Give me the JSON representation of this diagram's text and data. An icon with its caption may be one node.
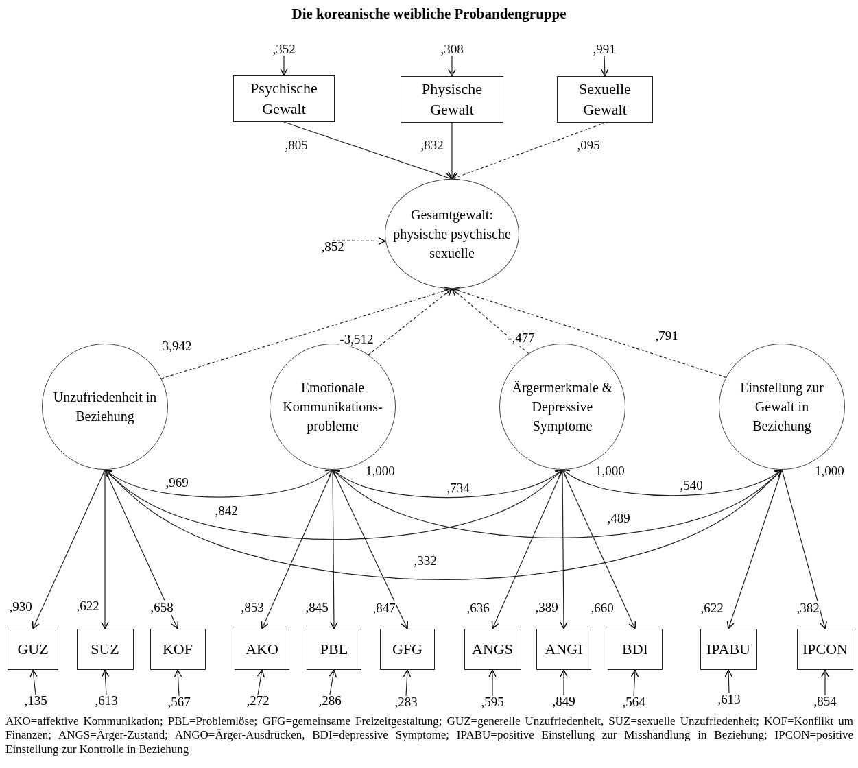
{
  "diagram": {
    "title": "Die koreanische weibliche Probandengruppe",
    "caption": "AKO=affektive Kommunikation; PBL=Problemlöse; GFG=gemeinsame Freizeitgestaltung; GUZ=generelle Unzufriedenheit, SUZ=sexuelle Unzufriedenheit; KOF=Konflikt um Finanzen; ANGS=Ärger-Zustand; ANGO=Ärger-Ausdrücken, BDI=depressive Symptome; IPABU=positive Einstellung zur Misshandlung in Beziehung; IPCON=positive Einstellung zur Kontrolle in Beziehung",
    "nodes": [
      {
        "text": [
          "Psychische Gewalt"
        ]
      },
      {
        "text": [
          "Physische Gewalt"
        ]
      },
      {
        "text": [
          "Sexuelle Gewalt"
        ]
      },
      {
        "text": [
          "Gesamtgewalt: physische psychische sexuelle"
        ]
      },
      {
        "text": [
          "Unzufriedenheit in Beziehung"
        ]
      },
      {
        "text": [
          "Emotionale Kommunikations- probleme"
        ],
        "beside": [
          "1,000"
        ]
      },
      {
        "text": [
          "Ärgermerkmale & Depressive Symptome"
        ],
        "beside": [
          "1,000"
        ]
      },
      {
        "text": [
          "Einstellung zur Gewalt in Beziehung"
        ],
        "beside": [
          "1,000"
        ]
      },
      {
        "text": [
          "GUZ"
        ]
      },
      {
        "text": [
          "SUZ"
        ]
      },
      {
        "text": [
          "KOF"
        ]
      },
      {
        "text": [
          "AKO"
        ]
      },
      {
        "text": [
          "PBL"
        ]
      },
      {
        "text": [
          "GFG"
        ]
      },
      {
        "text": [
          "ANGS"
        ]
      },
      {
        "text": [
          "ANGI"
        ]
      },
      {
        "text": [
          "BDI"
        ]
      },
      {
        "text": [
          "IPABU"
        ]
      },
      {
        "text": [
          "IPCON"
        ]
      },
      {
        "text": [
          ",352"
        ]
      },
      {
        "text": [
          ",308"
        ]
      },
      {
        "text": [
          ",991"
        ]
      },
      {
        "text": [
          ",852"
        ]
      },
      {
        "text": [
          ",135"
        ]
      },
      {
        "text": [
          ",613"
        ]
      },
      {
        "text": [
          ",567"
        ]
      },
      {
        "text": [
          ",272"
        ]
      },
      {
        "text": [
          ",286"
        ]
      },
      {
        "text": [
          ",283"
        ]
      },
      {
        "text": [
          ",595"
        ]
      },
      {
        "text": [
          ",849"
        ]
      },
      {
        "text": [
          ",564"
        ]
      },
      {
        "text": [
          ",613"
        ]
      },
      {
        "text": [
          ",854"
        ]
      }
    ],
    "edges": [
      {
        "from": 0,
        "to": 3,
        "arrow": "to",
        "label": ",805"
      },
      {
        "from": 1,
        "to": 3,
        "arrow": "to",
        "label": ",832"
      },
      {
        "from": 2,
        "to": 3,
        "arrow": "to",
        "label": ",095",
        "style": "dashed"
      },
      {
        "from": 4,
        "to": 3,
        "arrow": "to",
        "label": "3,942",
        "style": "dashed"
      },
      {
        "from": 5,
        "to": 3,
        "arrow": "to",
        "label": "-3,512",
        "style": "dashed"
      },
      {
        "from": 6,
        "to": 3,
        "arrow": "to",
        "label": "-,477",
        "style": "dashed"
      },
      {
        "from": 7,
        "to": 3,
        "arrow": "to",
        "label": ",791",
        "style": "dashed"
      },
      {
        "from": 4,
        "to": 5,
        "arrow": "both",
        "label": ",969"
      },
      {
        "from": 5,
        "to": 6,
        "arrow": "both",
        "label": ",734"
      },
      {
        "from": 6,
        "to": 7,
        "arrow": "both",
        "label": ",540"
      },
      {
        "from": 4,
        "to": 6,
        "arrow": "both",
        "label": ",842"
      },
      {
        "from": 5,
        "to": 7,
        "arrow": "both",
        "label": ",489"
      },
      {
        "from": 4,
        "to": 7,
        "arrow": "both",
        "label": ",332"
      },
      {
        "from": 4,
        "to": 8,
        "arrow": "to",
        "label": ",930"
      },
      {
        "from": 4,
        "to": 9,
        "arrow": "to",
        "label": ",622"
      },
      {
        "from": 4,
        "to": 10,
        "arrow": "to",
        "label": ",658"
      },
      {
        "from": 5,
        "to": 11,
        "arrow": "to",
        "label": ",853"
      },
      {
        "from": 5,
        "to": 12,
        "arrow": "to",
        "label": ",845"
      },
      {
        "from": 5,
        "to": 13,
        "arrow": "to",
        "label": ",847"
      },
      {
        "from": 6,
        "to": 14,
        "arrow": "to",
        "label": ",636"
      },
      {
        "from": 6,
        "to": 15,
        "arrow": "to",
        "label": ",389"
      },
      {
        "from": 6,
        "to": 16,
        "arrow": "to",
        "label": ",660"
      },
      {
        "from": 7,
        "to": 17,
        "arrow": "to",
        "label": ",622"
      },
      {
        "from": 7,
        "to": 18,
        "arrow": "to",
        "label": ",382"
      },
      {
        "from": 19,
        "to": 0,
        "arrow": "to"
      },
      {
        "from": 20,
        "to": 1,
        "arrow": "to"
      },
      {
        "from": 21,
        "to": 2,
        "arrow": "to"
      },
      {
        "from": 22,
        "to": 3,
        "arrow": "to",
        "style": "dashed"
      },
      {
        "from": 23,
        "to": 8,
        "arrow": "to"
      },
      {
        "from": 24,
        "to": 9,
        "arrow": "to"
      },
      {
        "from": 25,
        "to": 10,
        "arrow": "to"
      },
      {
        "from": 26,
        "to": 11,
        "arrow": "to"
      },
      {
        "from": 27,
        "to": 12,
        "arrow": "to"
      },
      {
        "from": 28,
        "to": 13,
        "arrow": "to"
      },
      {
        "from": 29,
        "to": 14,
        "arrow": "to"
      },
      {
        "from": 30,
        "to": 15,
        "arrow": "to"
      },
      {
        "from": 31,
        "to": 16,
        "arrow": "to"
      },
      {
        "from": 32,
        "to": 17,
        "arrow": "to"
      },
      {
        "from": 33,
        "to": 18,
        "arrow": "to"
      }
    ]
  }
}
